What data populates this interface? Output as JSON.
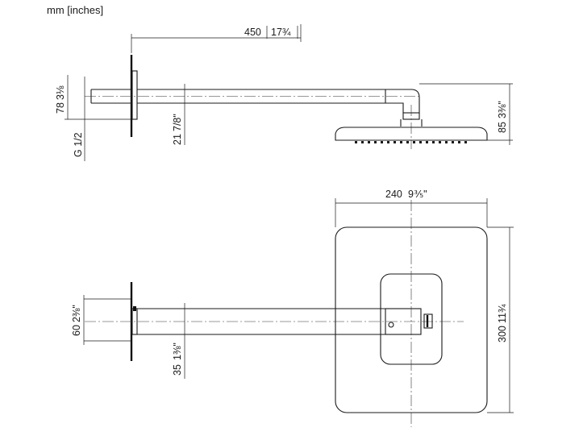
{
  "units_label": "mm [inches]",
  "top_view": {
    "arm_length": "450",
    "arm_length_in": "17¾",
    "outlet_height": "78",
    "outlet_height_in": "3⅛",
    "thread": "G 1/2",
    "arm_tube": "21",
    "arm_tube_in": "7/8\"",
    "head_drop": "85",
    "head_drop_in": "3⅜\""
  },
  "bottom_view": {
    "head_width": "240",
    "head_width_in": "9⅗\"",
    "head_length": "300",
    "head_length_in": "11¾",
    "flange": "60",
    "flange_in": "2⅜\"",
    "arm_width": "35",
    "arm_width_in": "1⅜\""
  }
}
